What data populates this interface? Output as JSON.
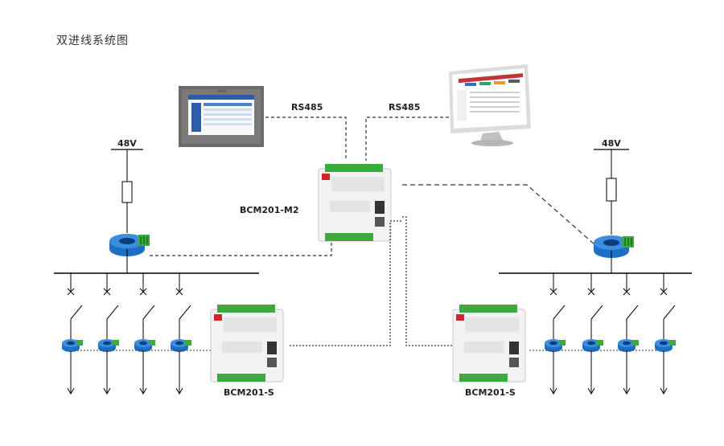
{
  "title": "双进线系统图",
  "labels": {
    "rs485_left": "RS485",
    "rs485_right": "RS485",
    "master_device": "BCM201-M2",
    "slave_left": "BCM201-S",
    "slave_right": "BCM201-S",
    "voltage_left": "48V",
    "voltage_right": "48V",
    "hmi_brand": "SPERE"
  },
  "colors": {
    "sensor_blue": "#1d6fc4",
    "terminal_green": "#3daa3d",
    "brand_red": "#d3232c",
    "line": "#000000",
    "hmi_frame": "#6b6b6b",
    "screen_blue": "#2a5ea8"
  }
}
